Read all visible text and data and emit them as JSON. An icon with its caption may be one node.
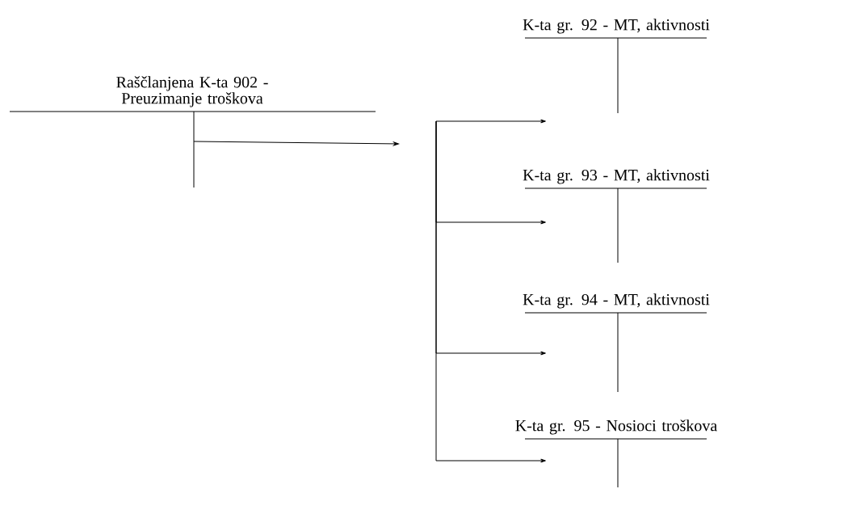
{
  "diagram": {
    "nodes": [
      {
        "text": [
          "Raščlanjena K-ta 902 - Preuzimanje troškova"
        ]
      },
      {
        "text": [
          "K-ta gr. 92 - MT, aktivnosti"
        ]
      },
      {
        "text": [
          "K-ta gr. 93 - MT, aktivnosti"
        ]
      },
      {
        "text": [
          "K-ta gr. 94 - MT, aktivnosti"
        ]
      },
      {
        "text": [
          "K-ta gr. 95 - Nosioci troškova"
        ]
      }
    ],
    "edges": [
      {
        "from": 0,
        "to": null,
        "arrow": "to"
      },
      {
        "from": null,
        "to": 1,
        "arrow": "to"
      },
      {
        "from": null,
        "to": 2,
        "arrow": "to"
      },
      {
        "from": null,
        "to": 3,
        "arrow": "to"
      },
      {
        "from": null,
        "to": 4,
        "arrow": "to"
      }
    ]
  }
}
